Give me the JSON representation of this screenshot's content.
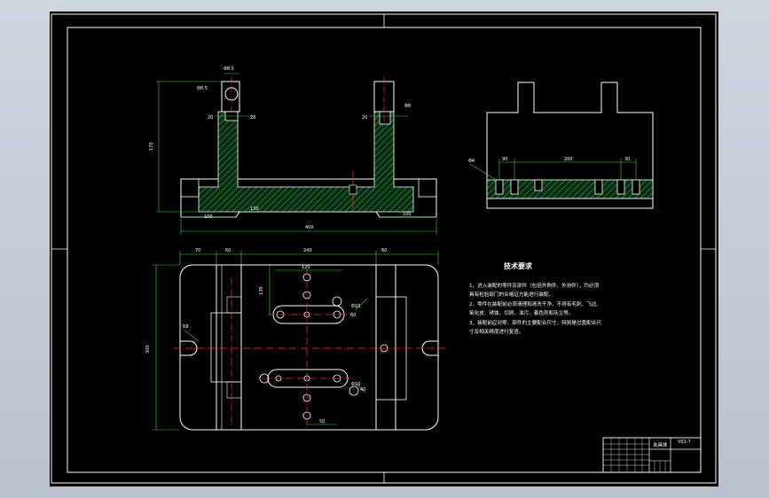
{
  "drawing": {
    "title_note": "技术要求",
    "notes": [
      "1、进入装配的零件及部件（包括外购件、外协件），均必须",
      "具有检验部门的合格证方能进行装配。",
      "2、零件在装配前必须清理和清洗干净，不得有毛刺、飞边、",
      "氧化皮、锈蚀、切屑、油污、着色剂和灰尘等。",
      "3、装配前应对零、部件的主要配合尺寸，特别是过盈配合尺",
      "寸及相关精度进行复查。"
    ],
    "title_block": {
      "name": "夹具体",
      "code": "V01-7"
    },
    "dims": {
      "front": [
        "Φ8.5",
        "Φ8.5",
        "28",
        "20",
        "Φ8",
        "20",
        "170",
        "400",
        "100",
        "100",
        "130"
      ],
      "side": [
        "Φ4",
        "90",
        "200",
        "30"
      ],
      "top": [
        "70",
        "60",
        "240",
        "60",
        "120",
        "130",
        "Φ10",
        "60",
        "300",
        "50",
        "40",
        "Φ16",
        "R8"
      ]
    }
  },
  "colors": {
    "frame": "#ffffff",
    "outline": "#ffffff",
    "hatch": "#2fbf5a",
    "dimension": "#2fdb3a",
    "center": "#ff3030",
    "text": "#ffffff"
  }
}
